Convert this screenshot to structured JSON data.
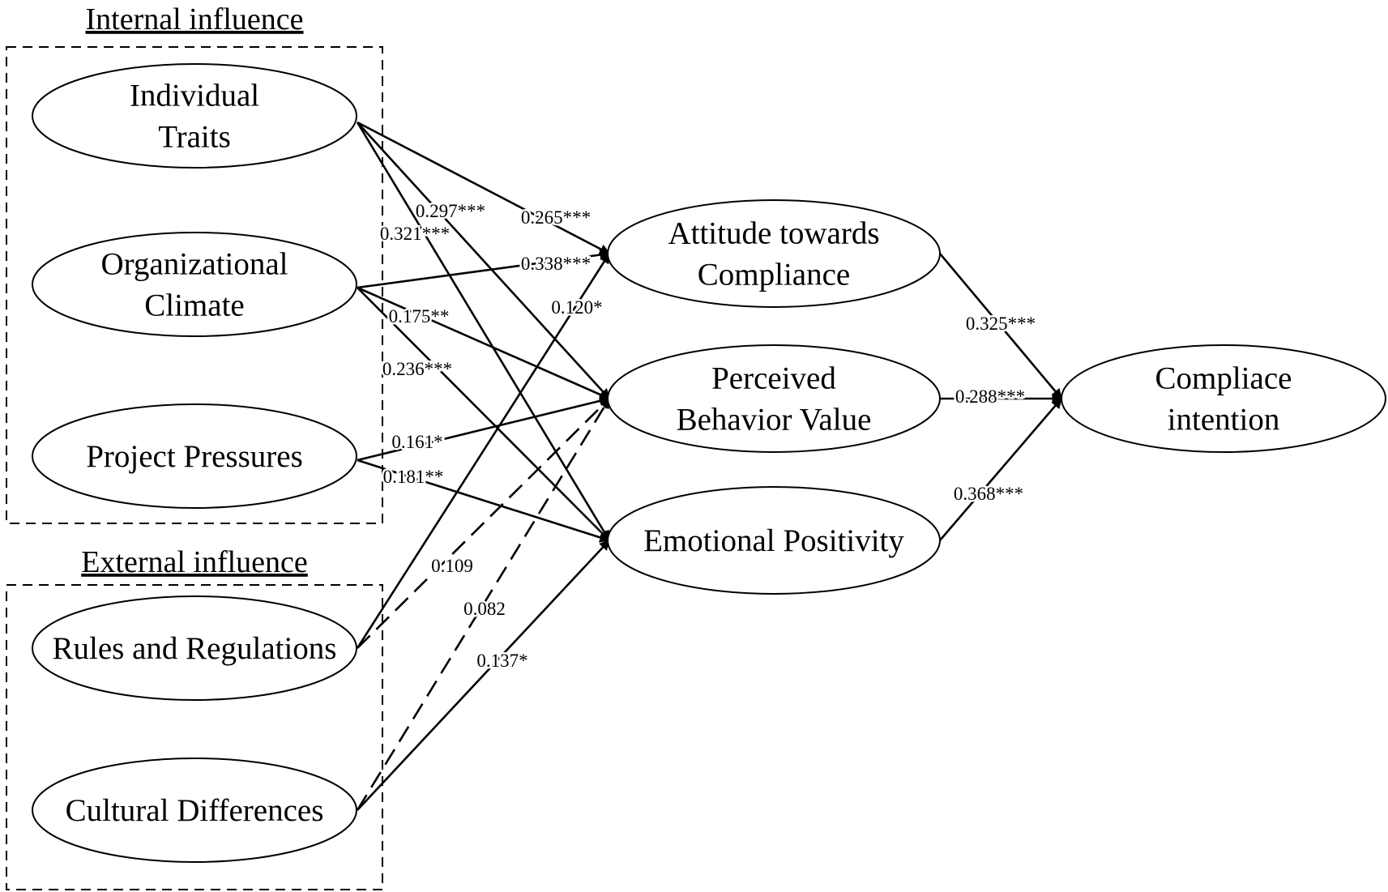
{
  "groups": {
    "internal": "Internal influence",
    "external": "External influence"
  },
  "nodes": {
    "individual_traits": [
      "Individual",
      "Traits"
    ],
    "organizational_climate": [
      "Organizational",
      "Climate"
    ],
    "project_pressures": [
      "Project Pressures"
    ],
    "rules_regulations": [
      "Rules and Regulations"
    ],
    "cultural_differences": [
      "Cultural Differences"
    ],
    "attitude": [
      "Attitude towards",
      "Compliance"
    ],
    "perceived_value": [
      "Perceived",
      "Behavior Value"
    ],
    "emotional_positivity": [
      "Emotional Positivity"
    ],
    "compliance_intention": [
      "Compliace",
      "intention"
    ]
  },
  "edges": [
    {
      "from": "Individual Traits",
      "to": "Attitude towards Compliance",
      "coefficient": "0.265***",
      "significant": true
    },
    {
      "from": "Individual Traits",
      "to": "Perceived Behavior Value",
      "coefficient": "0.297***",
      "significant": true
    },
    {
      "from": "Individual Traits",
      "to": "Emotional Positivity",
      "coefficient": "0.321***",
      "significant": true
    },
    {
      "from": "Organizational Climate",
      "to": "Attitude towards Compliance",
      "coefficient": "0.338***",
      "significant": true
    },
    {
      "from": "Organizational Climate",
      "to": "Perceived Behavior Value",
      "coefficient": "0.175**",
      "significant": true
    },
    {
      "from": "Organizational Climate",
      "to": "Emotional Positivity",
      "coefficient": "0.236***",
      "significant": true
    },
    {
      "from": "Project Pressures",
      "to": "Perceived Behavior Value",
      "coefficient": "0.161*",
      "significant": true
    },
    {
      "from": "Project Pressures",
      "to": "Emotional Positivity",
      "coefficient": "0.181**",
      "significant": true
    },
    {
      "from": "Rules and Regulations",
      "to": "Attitude towards Compliance",
      "coefficient": "0.120*",
      "significant": true
    },
    {
      "from": "Rules and Regulations",
      "to": "Perceived Behavior Value",
      "coefficient": "0.109",
      "significant": false
    },
    {
      "from": "Cultural Differences",
      "to": "Perceived Behavior Value",
      "coefficient": "0.082",
      "significant": false
    },
    {
      "from": "Cultural Differences",
      "to": "Emotional Positivity",
      "coefficient": "0.137*",
      "significant": true
    },
    {
      "from": "Attitude towards Compliance",
      "to": "Compliace intention",
      "coefficient": "0.325***",
      "significant": true
    },
    {
      "from": "Perceived Behavior Value",
      "to": "Compliace intention",
      "coefficient": "0.288***",
      "significant": true
    },
    {
      "from": "Emotional Positivity",
      "to": "Compliace intention",
      "coefficient": "0.368***",
      "significant": true
    }
  ]
}
